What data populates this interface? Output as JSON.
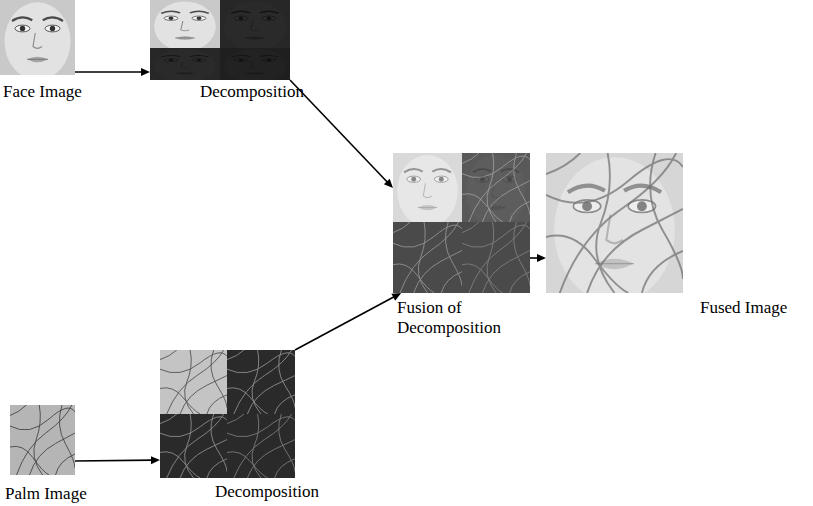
{
  "diagram": {
    "nodes": [
      {
        "text": [
          "Face Image"
        ]
      },
      {
        "text": [
          "Decomposition"
        ]
      },
      {
        "text": [
          "Fusion of Decomposition"
        ]
      },
      {
        "text": [
          "Fused Image"
        ]
      },
      {
        "text": [
          "Palm Image"
        ]
      },
      {
        "text": [
          "Decomposition"
        ]
      }
    ],
    "edges": [
      {
        "from": 0,
        "to": 1,
        "arrow": "to"
      },
      {
        "from": 1,
        "to": 2,
        "arrow": "to"
      },
      {
        "from": 2,
        "to": 3,
        "arrow": "to"
      },
      {
        "from": 4,
        "to": 5,
        "arrow": "to"
      },
      {
        "from": 5,
        "to": 2,
        "arrow": "to"
      }
    ]
  }
}
